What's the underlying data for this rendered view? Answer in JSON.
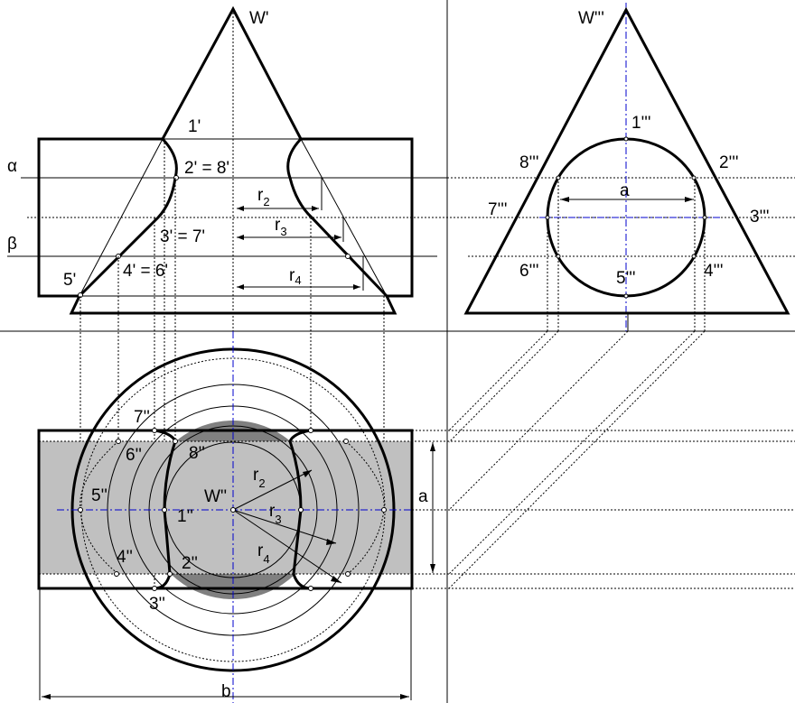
{
  "figure": {
    "title": "Intersection of a cone with a cylinder (three-view projection)",
    "views": {
      "front": {
        "apex_label": "W'",
        "plane_labels": {
          "alpha": "α",
          "beta": "β"
        },
        "point_labels": {
          "p1": "1'",
          "p2_8": "2' = 8'",
          "p3_7": "3' = 7'",
          "p4_6": "4' = 6'",
          "p5": "5'"
        },
        "radius_labels": {
          "r2": "r",
          "r2_sub": "2",
          "r3": "r",
          "r3_sub": "3",
          "r4": "r",
          "r4_sub": "4"
        }
      },
      "side": {
        "apex_label": "W'''",
        "point_labels": {
          "p1": "1'''",
          "p2": "2'''",
          "p3": "3'''",
          "p4": "4'''",
          "p5": "5'''",
          "p6": "6'''",
          "p7": "7'''",
          "p8": "8'''"
        },
        "dimension_label": "a"
      },
      "top": {
        "apex_label": "W''",
        "point_labels": {
          "p1": "1''",
          "p2": "2''",
          "p3": "3''",
          "p4": "4''",
          "p5": "5''",
          "p6": "6''",
          "p7": "7''",
          "p8": "8''"
        },
        "radius_labels": {
          "r2": "r",
          "r2_sub": "2",
          "r3": "r",
          "r3_sub": "3",
          "r4": "r",
          "r4_sub": "4"
        },
        "dimension_labels": {
          "a": "a",
          "b": "b"
        }
      }
    },
    "colors": {
      "outline": "#000000",
      "axis": "#0000cc",
      "cylinder_fill": "#c0c0c0",
      "cone_cap_fill": "#808080",
      "background": "#ffffff"
    }
  }
}
